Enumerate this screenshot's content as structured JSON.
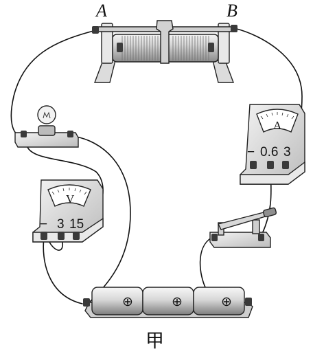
{
  "rheostat": {
    "label_a": "A",
    "label_b": "B"
  },
  "voltmeter": {
    "dial_symbol": "V",
    "terminals": [
      "−",
      "3",
      "15"
    ]
  },
  "ammeter": {
    "dial_symbol": "A",
    "terminals": [
      "−",
      "0.6",
      "3"
    ]
  },
  "battery": {
    "cell_symbol": "⊕",
    "cell_count": 3
  },
  "caption": "甲",
  "colors": {
    "ink": "#111111",
    "fill_light": "#e6e6e6",
    "fill_mid": "#bdbdbd",
    "fill_dark": "#4a4a4a"
  }
}
